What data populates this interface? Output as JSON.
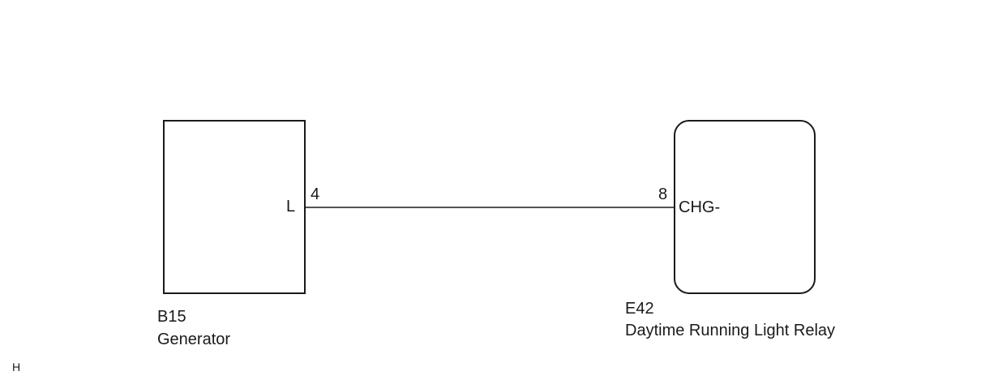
{
  "components": {
    "generator": {
      "code": "B15",
      "name": "Generator",
      "terminal_label": "L",
      "pin": "4"
    },
    "relay": {
      "code": "E42",
      "name": "Daytime Running Light Relay",
      "terminal_label": "CHG-",
      "pin": "8"
    }
  },
  "footer": {
    "mark": "H"
  }
}
